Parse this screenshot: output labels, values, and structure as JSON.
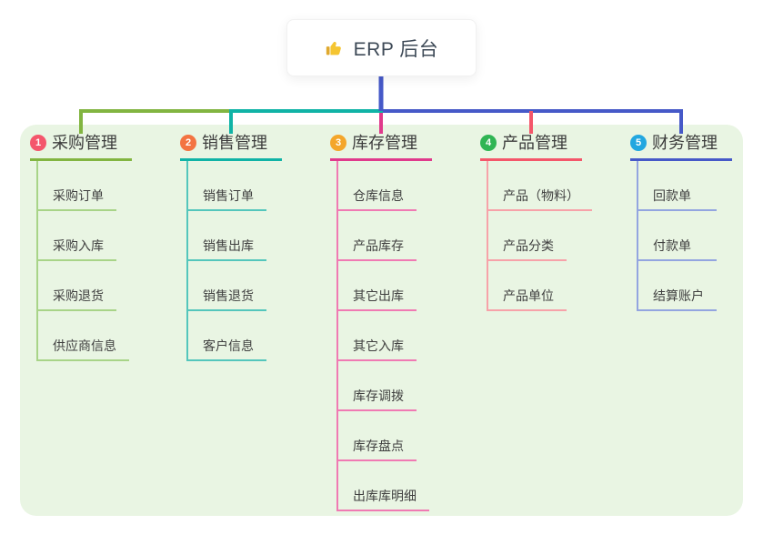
{
  "root": {
    "label": "ERP 后台",
    "icon": "thumbs-up"
  },
  "branches": [
    {
      "num": "1",
      "label": "采购管理",
      "children": [
        "采购订单",
        "采购入库",
        "采购退货",
        "供应商信息"
      ]
    },
    {
      "num": "2",
      "label": "销售管理",
      "children": [
        "销售订单",
        "销售出库",
        "销售退货",
        "客户信息"
      ]
    },
    {
      "num": "3",
      "label": "库存管理",
      "children": [
        "仓库信息",
        "产品库存",
        "其它出库",
        "其它入库",
        "库存调拨",
        "库存盘点",
        "出库库明细"
      ]
    },
    {
      "num": "4",
      "label": "产品管理",
      "children": [
        "产品（物料）",
        "产品分类",
        "产品单位"
      ]
    },
    {
      "num": "5",
      "label": "财务管理",
      "children": [
        "回款单",
        "付款单",
        "结算账户"
      ]
    }
  ],
  "colors": {
    "panel_bg": "#e9f5e3",
    "root_line": "#4659c8",
    "branches": [
      {
        "badge": "#f4566c",
        "line": "#82b541",
        "child_line": "#a8d488"
      },
      {
        "badge": "#f37442",
        "line": "#10b3a6",
        "child_line": "#54c6bc"
      },
      {
        "badge": "#f4a62b",
        "line": "#e03a8c",
        "child_line": "#f07ab3"
      },
      {
        "badge": "#30b554",
        "line": "#f4566a",
        "child_line": "#f7a2a9"
      },
      {
        "badge": "#22a7e0",
        "line": "#4659c8",
        "child_line": "#93a5e0"
      }
    ]
  }
}
